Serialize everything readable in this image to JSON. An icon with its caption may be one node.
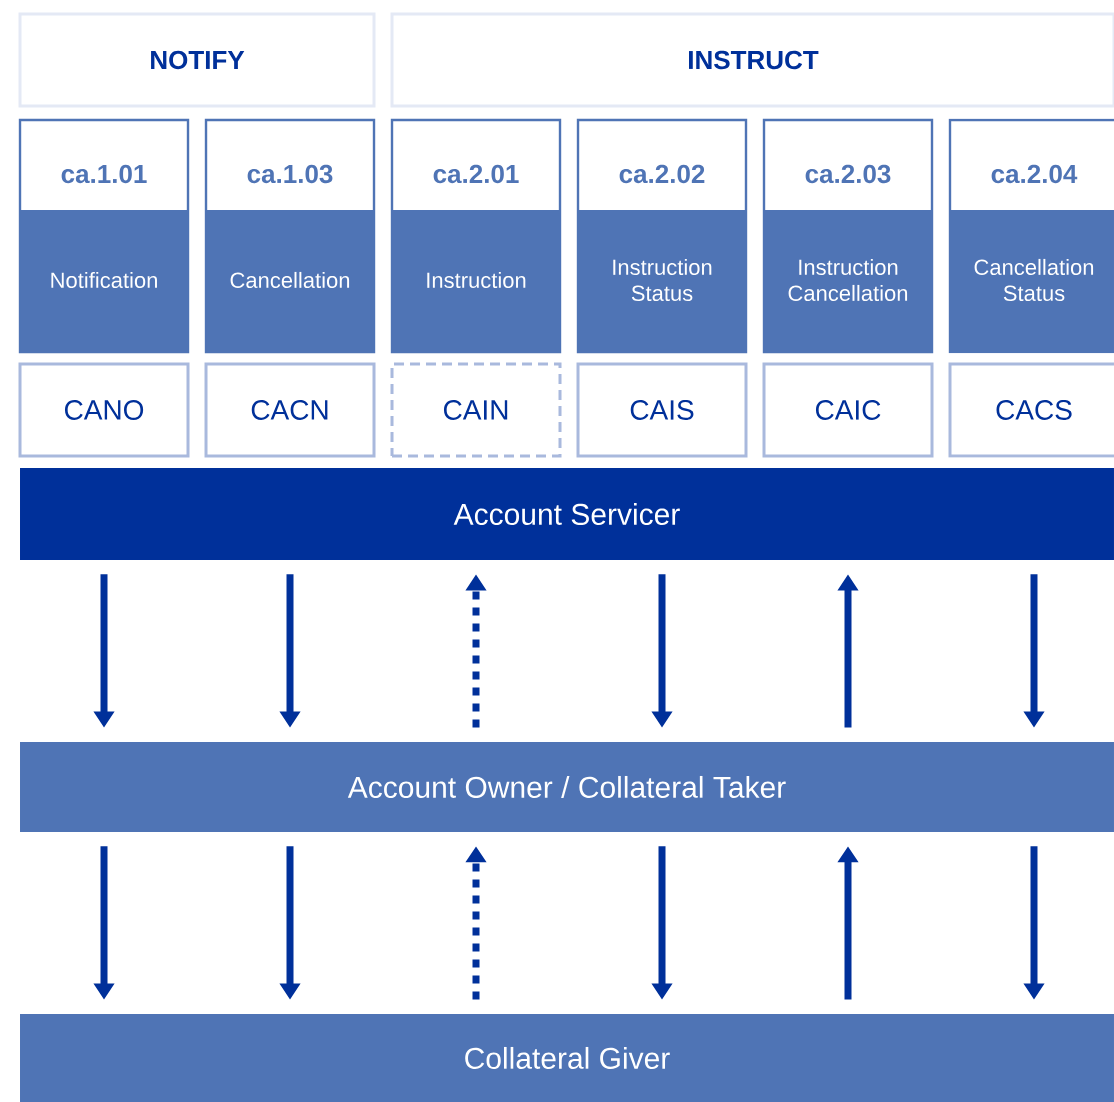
{
  "diagram": {
    "nodes": [
      {
        "text": [
          "NOTIFY"
        ]
      },
      {
        "text": [
          "INSTRUCT"
        ]
      },
      {
        "text": [
          "ca.1.01",
          "Notification"
        ]
      },
      {
        "text": [
          "ca.1.03",
          "Cancellation"
        ]
      },
      {
        "text": [
          "ca.2.01",
          "Instruction"
        ]
      },
      {
        "text": [
          "ca.2.02",
          "Instruction Status"
        ]
      },
      {
        "text": [
          "ca.2.03",
          "Instruction Cancellation"
        ]
      },
      {
        "text": [
          "ca.2.04",
          "Cancellation Status"
        ]
      },
      {
        "text": [
          "CANO"
        ]
      },
      {
        "text": [
          "CACN"
        ]
      },
      {
        "text": [
          "CAIN"
        ]
      },
      {
        "text": [
          "CAIS"
        ]
      },
      {
        "text": [
          "CAIC"
        ]
      },
      {
        "text": [
          "CACS"
        ]
      },
      {
        "text": [
          "Account Servicer"
        ]
      },
      {
        "text": [
          "Account Owner / Collateral Taker"
        ]
      },
      {
        "text": [
          "Collateral Giver"
        ]
      }
    ],
    "edges": [
      {
        "from": 14,
        "to": 15,
        "arrow": "to"
      },
      {
        "from": 14,
        "to": 15,
        "arrow": "to"
      },
      {
        "from": 15,
        "to": 14,
        "arrow": "to",
        "style": "dashed"
      },
      {
        "from": 14,
        "to": 15,
        "arrow": "to"
      },
      {
        "from": 15,
        "to": 14,
        "arrow": "to"
      },
      {
        "from": 14,
        "to": 15,
        "arrow": "to"
      },
      {
        "from": 15,
        "to": 16,
        "arrow": "to"
      },
      {
        "from": 15,
        "to": 16,
        "arrow": "to"
      },
      {
        "from": 16,
        "to": 15,
        "arrow": "to",
        "style": "dashed"
      },
      {
        "from": 15,
        "to": 16,
        "arrow": "to"
      },
      {
        "from": 16,
        "to": 15,
        "arrow": "to"
      },
      {
        "from": 15,
        "to": 16,
        "arrow": "to"
      }
    ]
  }
}
